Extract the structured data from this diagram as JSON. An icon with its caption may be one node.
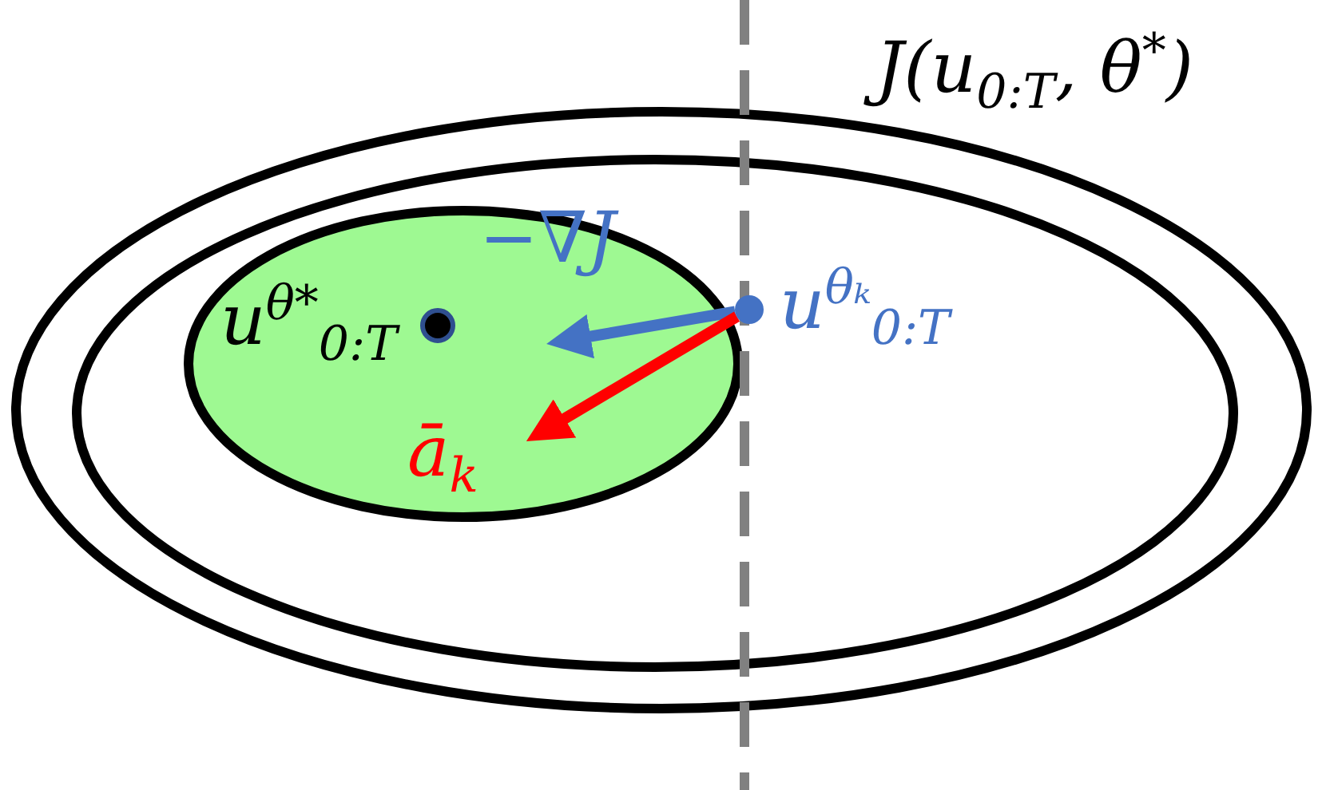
{
  "diagram": {
    "nodes": [
      {
        "text": [
          "u$^{θ*}$$_{0:T}$"
        ]
      },
      {
        "text": [
          "u$^{θₖ}$$_{0:T}$"
        ]
      }
    ],
    "edges": [
      {
        "from": 1,
        "to": null,
        "arrow": "to",
        "label": "−∇J",
        "color": "#4472c4"
      },
      {
        "from": 1,
        "to": null,
        "arrow": "to",
        "label": "ā$_{k}$",
        "color": "#ff0000"
      }
    ],
    "labels": [
      "J(u$_{0:T}$, θ$^{*}$)"
    ]
  }
}
